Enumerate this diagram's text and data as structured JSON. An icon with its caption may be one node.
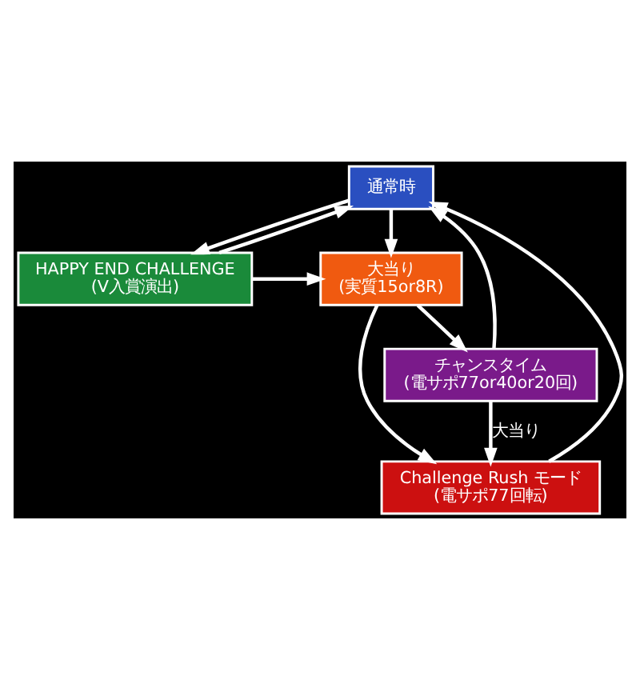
{
  "diagram": {
    "nodes": [
      {
        "text": [
          "通常時"
        ]
      },
      {
        "text": [
          "大当り",
          "(実質15or8R)"
        ]
      },
      {
        "text": [
          "HAPPY END CHALLENGE",
          "(V入賞演出)"
        ]
      },
      {
        "text": [
          "チャンスタイム",
          "(電サポ77or40or20回)"
        ]
      },
      {
        "text": [
          "Challenge Rush モード",
          "(電サポ77回転)"
        ]
      }
    ],
    "edges": [
      {
        "from": 0,
        "to": 1,
        "arrow": "to"
      },
      {
        "from": 2,
        "to": 0,
        "arrow": "to"
      },
      {
        "from": 0,
        "to": 2,
        "arrow": "to"
      },
      {
        "from": 2,
        "to": 1,
        "arrow": "to"
      },
      {
        "from": 1,
        "to": 3,
        "arrow": "to"
      },
      {
        "from": 1,
        "to": 4,
        "arrow": "to"
      },
      {
        "from": 3,
        "to": 4,
        "arrow": "to",
        "label": "大当り"
      },
      {
        "from": 3,
        "to": 0,
        "arrow": "to"
      },
      {
        "from": 4,
        "to": 0,
        "arrow": "to"
      }
    ]
  }
}
